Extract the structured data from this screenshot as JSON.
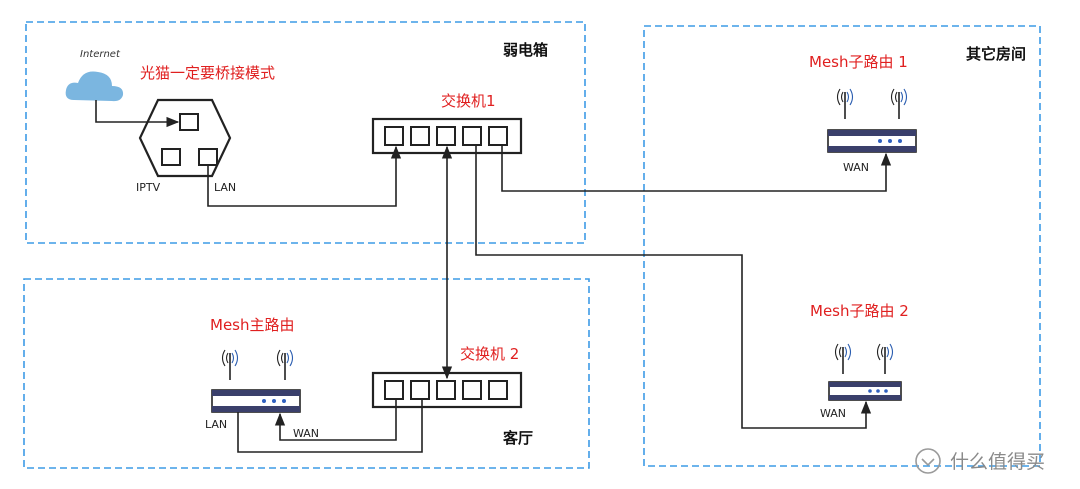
{
  "zones": {
    "weak_box": "弱电箱",
    "other_rooms": "其它房间",
    "living_room": "客厅"
  },
  "devices": {
    "internet": "Internet",
    "modem": "光猫一定要桥接模式",
    "iptv": "IPTV",
    "modem_lan": "LAN",
    "switch1": "交换机1",
    "switch2": "交换机 2",
    "mesh_main": "Mesh主路由",
    "mesh_main_lan": "LAN",
    "mesh_main_wan": "WAN",
    "mesh_sub1": "Mesh子路由 1",
    "mesh_sub1_wan": "WAN",
    "mesh_sub2": "Mesh子路由 2",
    "mesh_sub2_wan": "WAN"
  },
  "watermark": "什么值得买",
  "colors": {
    "zone_border": "#3d9be6",
    "label_red": "#e02020",
    "cloud": "#7bb6e0",
    "router_band": "#3a3f6b",
    "led": "#3060c0"
  }
}
